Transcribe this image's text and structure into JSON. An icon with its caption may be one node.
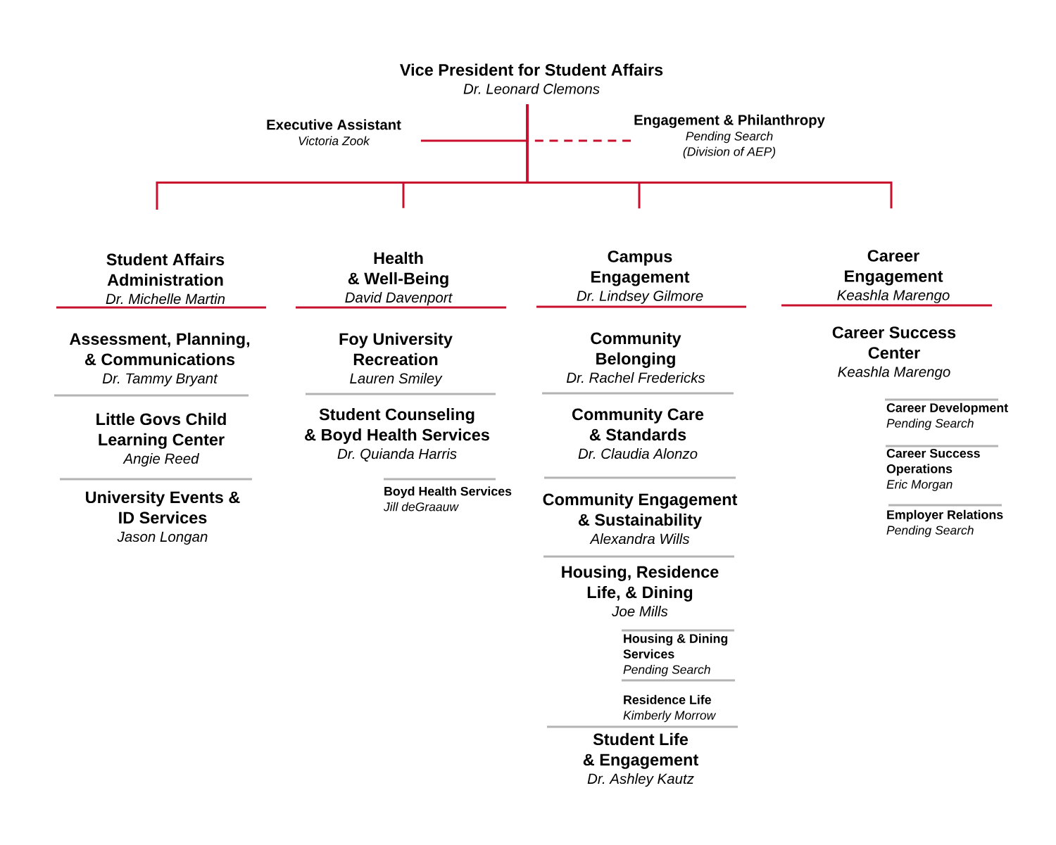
{
  "diagram": {
    "nodes": [
      {
        "text": [
          "Vice President for Student Affairs",
          "Dr. Leonard Clemons"
        ]
      },
      {
        "text": [
          "Executive Assistant",
          "Victoria Zook"
        ]
      },
      {
        "text": [
          "Engagement & Philanthropy",
          "Pending Search",
          "(Division of AEP)"
        ]
      },
      {
        "text": [
          "Student Affairs Administration",
          "Dr. Michelle Martin"
        ]
      },
      {
        "text": [
          "Health & Well-Being",
          "David Davenport"
        ]
      },
      {
        "text": [
          "Campus Engagement",
          "Dr. Lindsey Gilmore"
        ]
      },
      {
        "text": [
          "Career Engagement",
          "Keashla Marengo"
        ]
      },
      {
        "text": [
          "Assessment, Planning, & Communications",
          "Dr. Tammy Bryant"
        ]
      },
      {
        "text": [
          "Little Govs Child Learning Center",
          "Angie Reed"
        ]
      },
      {
        "text": [
          "University Events & ID Services",
          "Jason Longan"
        ]
      },
      {
        "text": [
          "Foy University Recreation",
          "Lauren Smiley"
        ]
      },
      {
        "text": [
          "Student Counseling & Boyd Health Services",
          "Dr. Quianda Harris"
        ]
      },
      {
        "text": [
          "Boyd Health Services",
          "Jill deGraauw"
        ]
      },
      {
        "text": [
          "Community Belonging",
          "Dr. Rachel Fredericks"
        ]
      },
      {
        "text": [
          "Community Care & Standards",
          "Dr. Claudia Alonzo"
        ]
      },
      {
        "text": [
          "Community Engagement & Sustainability",
          "Alexandra Wills"
        ]
      },
      {
        "text": [
          "Housing, Residence Life, & Dining",
          "Joe Mills"
        ]
      },
      {
        "text": [
          "Housing & Dining Services",
          "Pending Search"
        ]
      },
      {
        "text": [
          "Residence Life",
          "Kimberly Morrow"
        ]
      },
      {
        "text": [
          "Student Life & Engagement",
          "Dr. Ashley Kautz"
        ]
      },
      {
        "text": [
          "Career Success Center",
          "Keashla Marengo"
        ]
      },
      {
        "text": [
          "Career Development",
          "Pending Search"
        ]
      },
      {
        "text": [
          "Career Success Operations",
          "Eric Morgan"
        ]
      },
      {
        "text": [
          "Employer Relations",
          "Pending Search"
        ]
      }
    ],
    "edges": [
      {
        "from": 0,
        "to": 1,
        "arrow": "none"
      },
      {
        "from": 0,
        "to": 2,
        "arrow": "none",
        "style": "dashed"
      },
      {
        "from": 0,
        "to": 3,
        "arrow": "none"
      },
      {
        "from": 0,
        "to": 4,
        "arrow": "none"
      },
      {
        "from": 0,
        "to": 5,
        "arrow": "none"
      },
      {
        "from": 0,
        "to": 6,
        "arrow": "none"
      }
    ]
  }
}
